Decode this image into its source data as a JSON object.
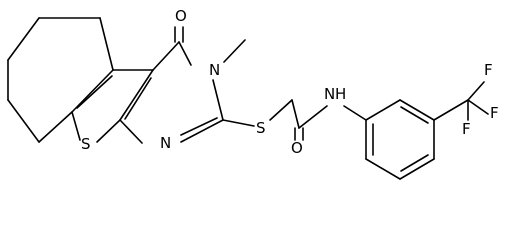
{
  "molecule": {
    "atoms": {
      "o_carbonyl_ring": "O",
      "n_ring_methyl": "N",
      "n_ring": "N",
      "s_thiophene": "S",
      "s_thioether": "S",
      "o_amide": "O",
      "n_amide": "N",
      "h_amide": "H",
      "f1": "F",
      "f2": "F",
      "f3": "F"
    }
  }
}
